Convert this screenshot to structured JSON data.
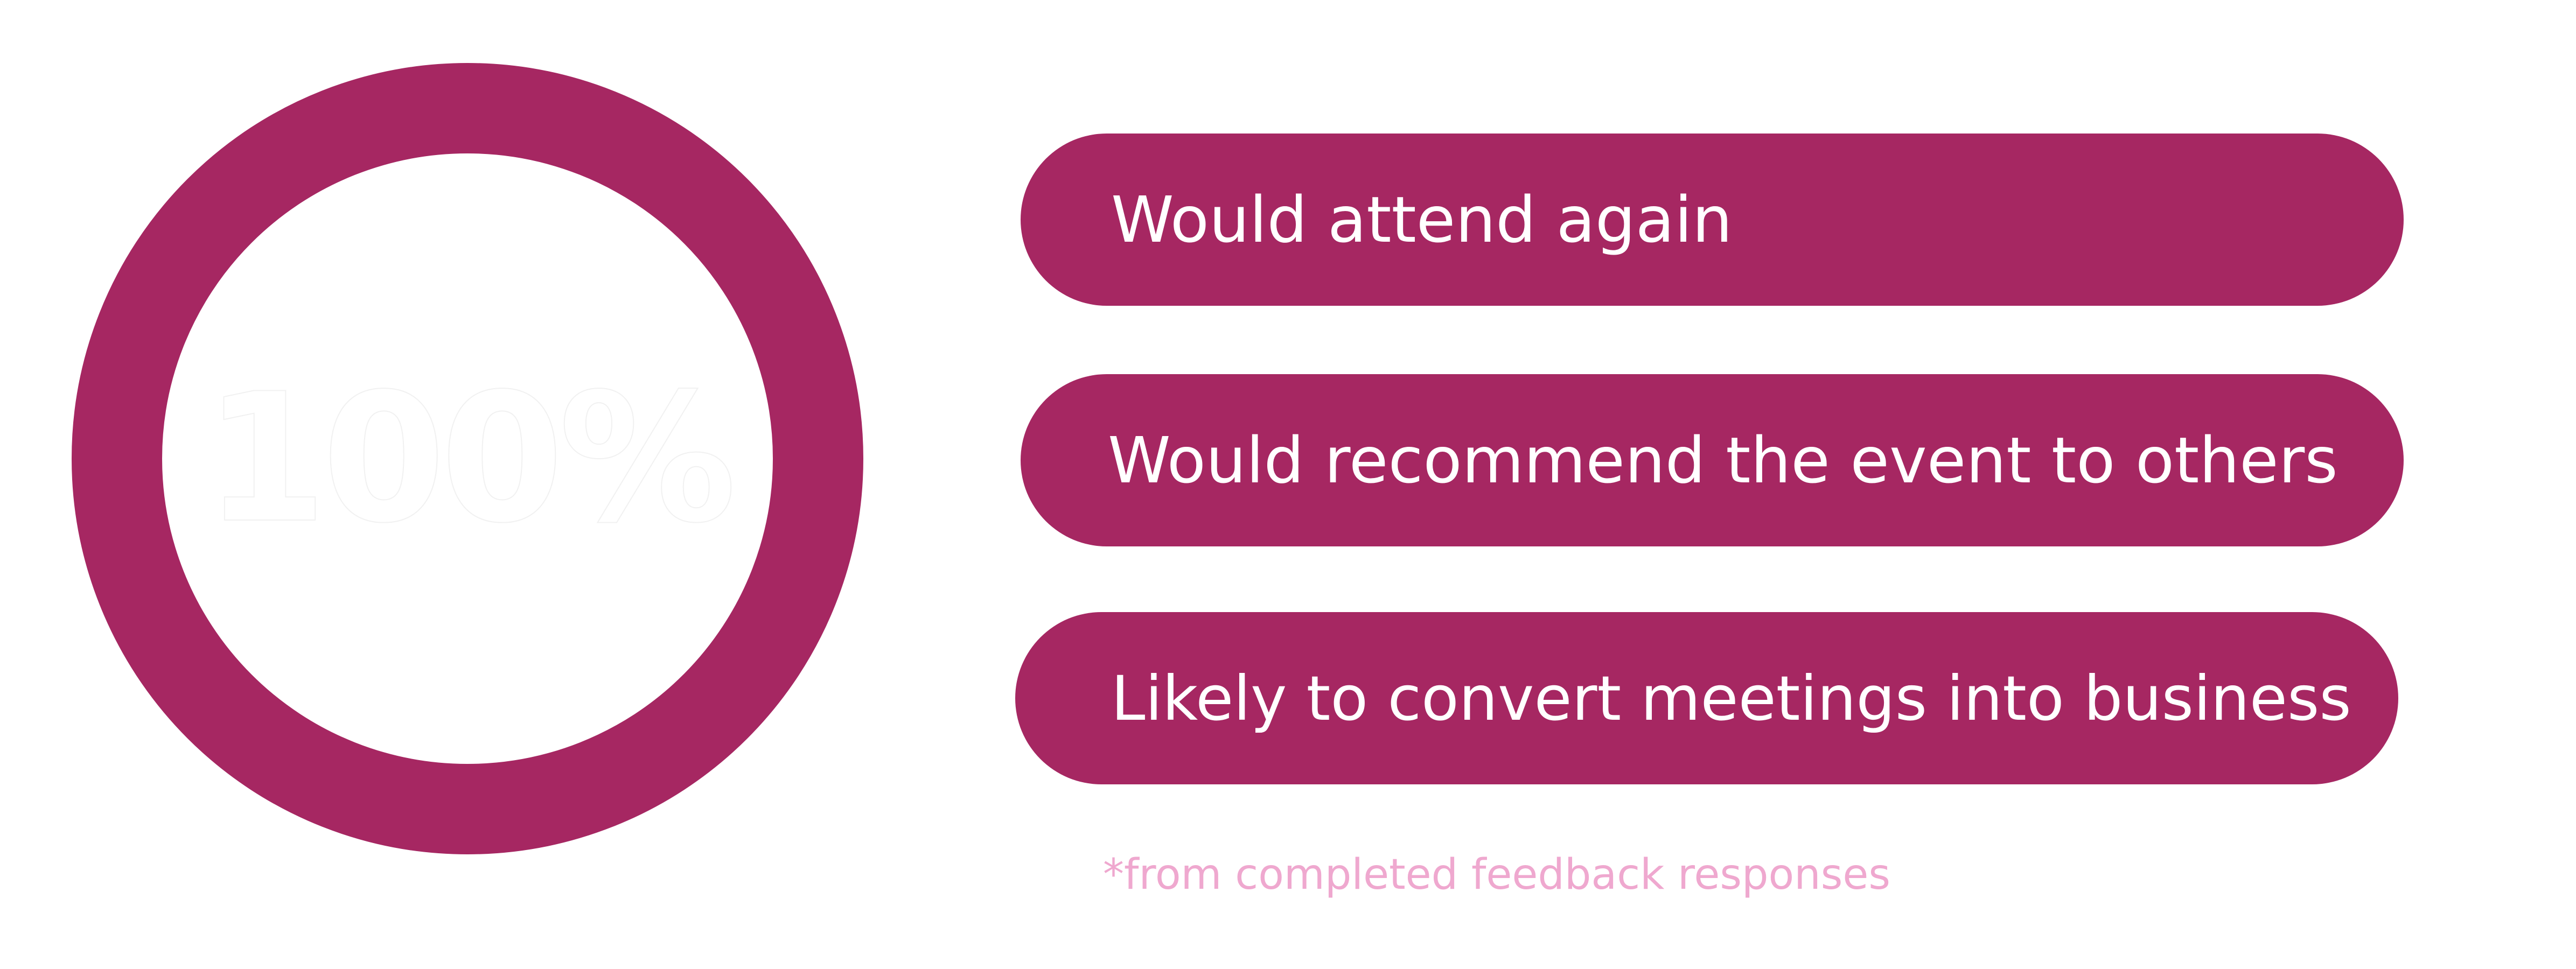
{
  "accent_color": "#a62762",
  "footnote_color": "#efa8cf",
  "stat": {
    "value": "100%",
    "percent": 100
  },
  "statements": [
    {
      "label": "Would attend again"
    },
    {
      "label": "Would recommend the event to others"
    },
    {
      "label": "Likely to convert meetings into business"
    }
  ],
  "footnote": "*from completed feedback responses"
}
